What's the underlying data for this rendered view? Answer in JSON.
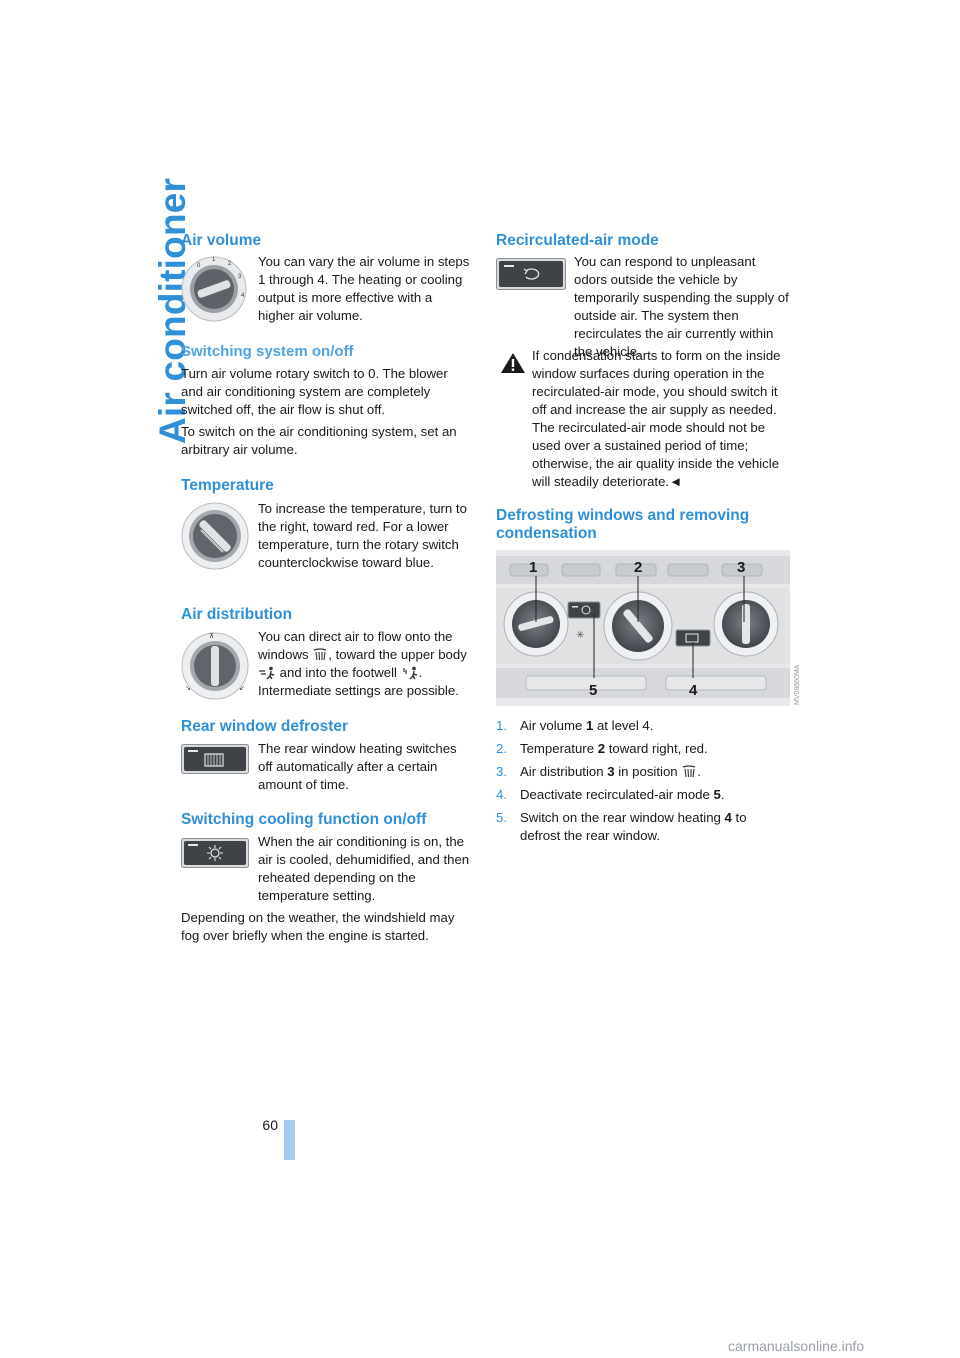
{
  "side_title": "Air conditioner",
  "page_number": "60",
  "left": {
    "air_volume": {
      "heading": "Air volume",
      "text": "You can vary the air volume in steps 1 through 4. The heating or cooling output is more effective with a higher air volume."
    },
    "switching": {
      "heading": "Switching system on/off",
      "p1": "Turn air volume rotary switch to 0. The blower and air conditioning system are completely switched off, the air flow is shut off.",
      "p2": "To switch on the air conditioning system, set an arbitrary air volume."
    },
    "temperature": {
      "heading": "Temperature",
      "text": "To increase the temperature, turn to the right, toward red. For a lower temperature, turn the rotary switch counterclockwise toward blue."
    },
    "air_distribution": {
      "heading": "Air distribution",
      "t1": "You can direct air to flow onto the windows",
      "t2": ", toward the upper body",
      "t3": "and into the footwell",
      "t4": ". Intermediate settings are possible."
    },
    "rear_defroster": {
      "heading": "Rear window defroster",
      "text": "The rear window heating switches off automatically after a certain amount of time."
    },
    "cooling": {
      "heading": "Switching cooling function on/off",
      "text": "When the air conditioning is on, the air is cooled, dehumidified, and then reheated depending on the temperature setting.",
      "p2": "Depending on the weather, the windshield may fog over briefly when the engine is started."
    }
  },
  "right": {
    "recirc": {
      "heading": "Recirculated-air mode",
      "text": "You can respond to unpleasant odors outside the vehicle by temporarily suspending the supply of outside air. The system then recirculates the air currently within the vehicle."
    },
    "warning": {
      "text": "If condensation starts to form on the inside window surfaces during operation in the recirculated-air mode, you should switch it off and increase the air supply as needed. The recirculated-air mode should not be used over a sustained period of time; otherwise, the air quality inside the vehicle will steadily deteriorate.◄"
    },
    "defrost": {
      "heading": "Defrosting windows and removing condensation",
      "callouts": [
        "1",
        "2",
        "3",
        "4",
        "5"
      ],
      "image_code": "MV08660MA",
      "steps": [
        {
          "num": "1.",
          "pre": "Air volume ",
          "bold": "1",
          "post": " at level 4."
        },
        {
          "num": "2.",
          "pre": "Temperature ",
          "bold": "2",
          "post": " toward right, red."
        },
        {
          "num": "3.",
          "pre": "Air distribution ",
          "bold": "3",
          "post": " in position"
        },
        {
          "num": "4.",
          "pre": "Deactivate recirculated-air mode ",
          "bold": "5",
          "post": "."
        },
        {
          "num": "5.",
          "pre": "Switch on the rear window heating ",
          "bold": "4",
          "post": " to defrost the rear window."
        }
      ]
    }
  },
  "watermark": "carmanualsonline.info",
  "colors": {
    "heading": "#2f8fd8",
    "subheading": "#4fa3e3",
    "page_bar": "#a6cbee"
  }
}
